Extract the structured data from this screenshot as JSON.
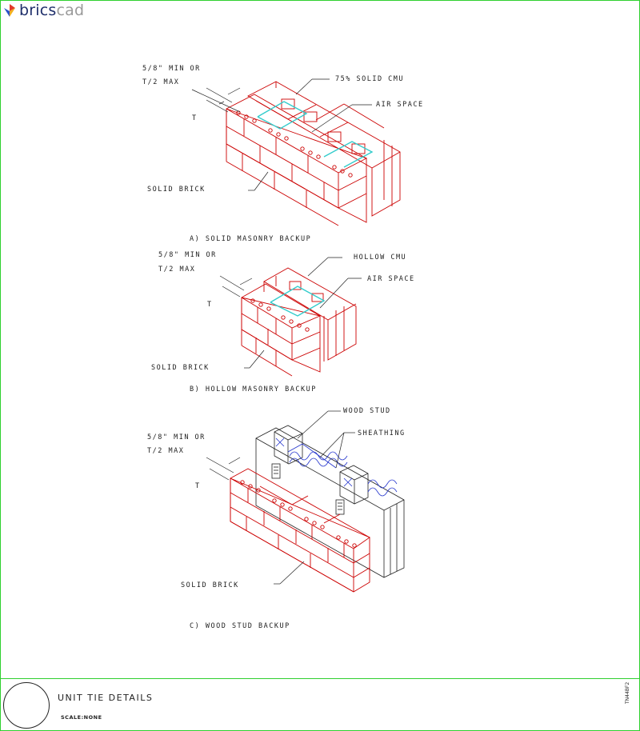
{
  "app": {
    "logo_brand": "brics",
    "logo_suffix": "cad",
    "logo_icon": "bricscad-logo-icon"
  },
  "detail_a": {
    "dim_min": "5/8\" MIN OR",
    "dim_max": "T/2 MAX",
    "dim_t": "T",
    "callout_cmu": "75% SOLID CMU",
    "callout_air": "AIR SPACE",
    "callout_brick": "SOLID BRICK",
    "caption": "A) SOLID MASONRY BACKUP"
  },
  "detail_b": {
    "dim_min": "5/8\" MIN OR",
    "dim_max": "T/2 MAX",
    "dim_t": "T",
    "callout_cmu": "HOLLOW CMU",
    "callout_air": "AIR SPACE",
    "callout_brick": "SOLID BRICK",
    "caption": "B) HOLLOW MASONRY BACKUP"
  },
  "detail_c": {
    "dim_min": "5/8\" MIN OR",
    "dim_max": "T/2 MAX",
    "dim_t": "T",
    "callout_stud": "WOOD STUD",
    "callout_sheathing": "SHEATHING",
    "callout_brick": "SOLID BRICK",
    "caption": "C) WOOD STUD BACKUP"
  },
  "title_block": {
    "title": "UNIT TIE DETAILS",
    "scale": "SCALE:NONE",
    "drawing_code": "TN44BF2"
  },
  "colors": {
    "frame": "#2fd02f",
    "brick": "#cc0000",
    "tie": "#33cccc",
    "insulation": "#2233cc",
    "ink": "#222222"
  }
}
